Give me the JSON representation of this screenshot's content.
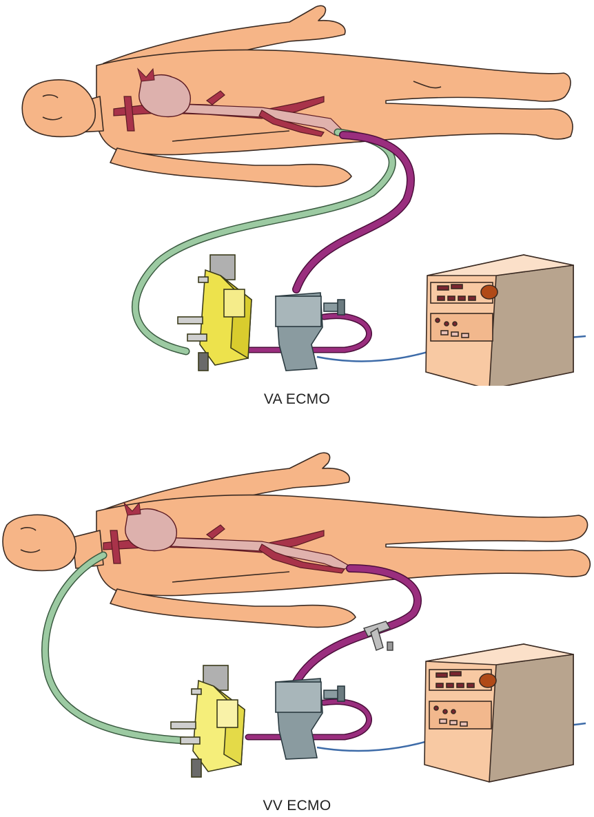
{
  "panels": [
    {
      "id": "va",
      "caption": "VA ECMO",
      "has_extra_connector": false
    },
    {
      "id": "vv",
      "caption": "VV ECMO",
      "has_extra_connector": true
    }
  ],
  "colors": {
    "skin": "#f6b587",
    "skin_outline": "#3a2a22",
    "vessel_red": "#a8334a",
    "vessel_pink": "#e0b2ad",
    "heart": "#ddb1ad",
    "tube_green": "#9ccaa2",
    "tube_purple": "#9a2e7e",
    "oxygenator_yellow": "#ede24c",
    "pump_grey": "#8a9ba0",
    "console_body": "#f8c9a3",
    "console_side": "#b8a48e",
    "console_button": "#7a2530",
    "knob": "#b04a18",
    "cable_blue": "#3d6ba8"
  },
  "icons": [
    "patient-figure",
    "heart-icon",
    "oxygenator-icon",
    "centrifugal-pump-icon",
    "console-unit-icon"
  ]
}
